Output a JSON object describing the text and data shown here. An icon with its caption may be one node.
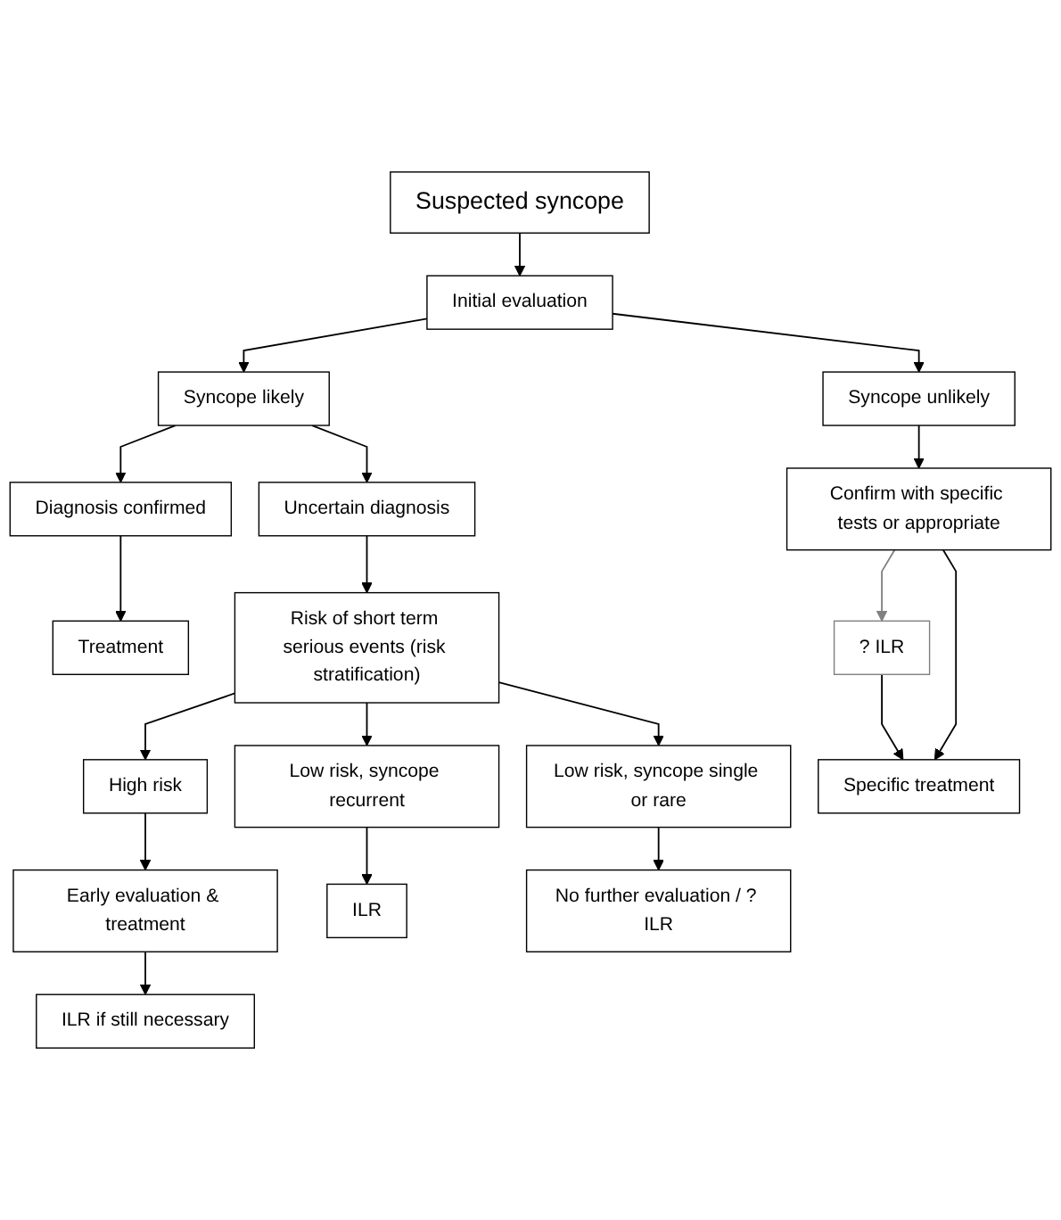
{
  "diagram": {
    "nodes": [
      {
        "text": [
          "Suspected syncope"
        ]
      },
      {
        "text": [
          "Initial evaluation"
        ]
      },
      {
        "text": [
          "Syncope likely"
        ]
      },
      {
        "text": [
          "Syncope unlikely"
        ]
      },
      {
        "text": [
          "Diagnosis confirmed"
        ]
      },
      {
        "text": [
          "Uncertain diagnosis"
        ]
      },
      {
        "text": [
          "Confirm with specific tests or appropriate"
        ]
      },
      {
        "text": [
          "Treatment"
        ]
      },
      {
        "text": [
          "? ILR"
        ]
      },
      {
        "text": [
          "Risk of short term serious events (risk stratification)"
        ]
      },
      {
        "text": [
          "Specific treatment"
        ]
      },
      {
        "text": [
          "High risk"
        ]
      },
      {
        "text": [
          "Low risk, syncope recurrent"
        ]
      },
      {
        "text": [
          "Low risk, syncope single or rare"
        ]
      },
      {
        "text": [
          "Early evaluation & treatment"
        ]
      },
      {
        "text": [
          "ILR"
        ]
      },
      {
        "text": [
          "No further evaluation / ? ILR"
        ]
      },
      {
        "text": [
          "ILR if still necessary"
        ]
      }
    ],
    "edges": [
      {
        "from": 0,
        "to": 1,
        "arrow": "to"
      },
      {
        "from": 1,
        "to": 2,
        "arrow": "to"
      },
      {
        "from": 1,
        "to": 3,
        "arrow": "to"
      },
      {
        "from": 2,
        "to": 4,
        "arrow": "to"
      },
      {
        "from": 2,
        "to": 5,
        "arrow": "to"
      },
      {
        "from": 3,
        "to": 6,
        "arrow": "to"
      },
      {
        "from": 4,
        "to": 7,
        "arrow": "to"
      },
      {
        "from": 5,
        "to": 9,
        "arrow": "to"
      },
      {
        "from": 6,
        "to": 8,
        "arrow": "to",
        "color": "#808080"
      },
      {
        "from": 6,
        "to": 10,
        "arrow": "to"
      },
      {
        "from": 8,
        "to": 10,
        "arrow": "to"
      },
      {
        "from": 9,
        "to": 11,
        "arrow": "to"
      },
      {
        "from": 9,
        "to": 12,
        "arrow": "to"
      },
      {
        "from": 9,
        "to": 13,
        "arrow": "to"
      },
      {
        "from": 11,
        "to": 14,
        "arrow": "to"
      },
      {
        "from": 12,
        "to": 15,
        "arrow": "to"
      },
      {
        "from": 13,
        "to": 16,
        "arrow": "to"
      },
      {
        "from": 14,
        "to": 17,
        "arrow": "to"
      }
    ]
  }
}
